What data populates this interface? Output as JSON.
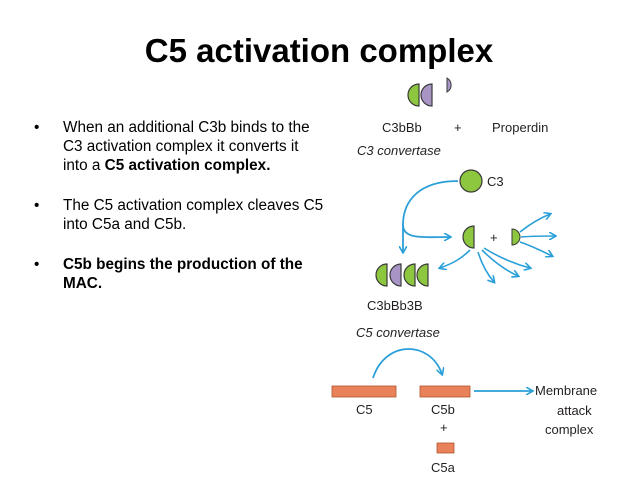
{
  "title": "C5 activation complex",
  "bullets": [
    {
      "text": "When an additional C3b binds to the C3 activation complex it converts it into a ",
      "bold": "C5 activation complex."
    },
    {
      "text": "The C5 activation complex cleaves C5 into C5a and C5b.",
      "bold": ""
    },
    {
      "text": "",
      "bold": "C5b begins the production of the MAC."
    }
  ],
  "bullet_char": "•",
  "diagram": {
    "c3bbb_label": "C3bBb",
    "plus1": "+",
    "properdin": "Properdin",
    "c3_convertase": "C3 convertase",
    "c3_label": "C3",
    "plus2": "+",
    "c3bbb3b_label": "C3bBb3B",
    "c5_convertase": "C5 convertase",
    "c5_label": "C5",
    "c5b_label": "C5b",
    "plus3": "+",
    "c5a_label": "C5a",
    "mac_line1": "Membrane",
    "mac_line2": "attack",
    "mac_line3": "complex",
    "colors": {
      "green": "#8dc63f",
      "purple": "#a895c6",
      "arrow": "#2a9fd8",
      "orange": "#e9825a",
      "outline": "#3a3a3a"
    }
  }
}
